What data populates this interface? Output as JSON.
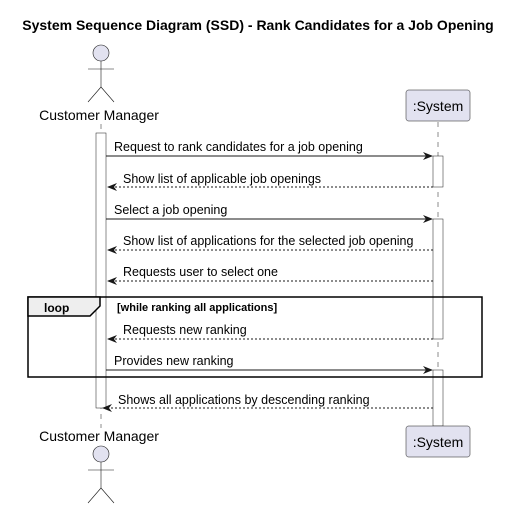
{
  "title": "System Sequence Diagram (SSD) - Rank Candidates for a Job Opening",
  "participants": {
    "actor": {
      "label": "Customer Manager",
      "icon": "actor-stick-figure-icon"
    },
    "system": {
      "label": ":System"
    }
  },
  "messages": [
    {
      "text": "Request to rank candidates for a job opening",
      "direction": "to-system",
      "style": "solid"
    },
    {
      "text": "Show list of applicable job openings",
      "direction": "to-actor",
      "style": "dashed"
    },
    {
      "text": "Select a job opening",
      "direction": "to-system",
      "style": "solid"
    },
    {
      "text": "Show list of applications for the selected job opening",
      "direction": "to-actor",
      "style": "dashed"
    },
    {
      "text": "Requests user to select one",
      "direction": "to-actor",
      "style": "dashed"
    },
    {
      "text": "Requests new ranking",
      "direction": "to-actor",
      "style": "dashed"
    },
    {
      "text": "Provides new ranking",
      "direction": "to-system",
      "style": "solid"
    },
    {
      "text": "Shows all applications by descending ranking",
      "direction": "to-actor",
      "style": "dashed"
    }
  ],
  "loop": {
    "label": "loop",
    "guard": "[while ranking all applications]"
  },
  "colors": {
    "participant_fill": "#E2E2F0",
    "participant_stroke": "#181818",
    "activation_fill": "#ffffff",
    "lifeline": "#181818"
  }
}
